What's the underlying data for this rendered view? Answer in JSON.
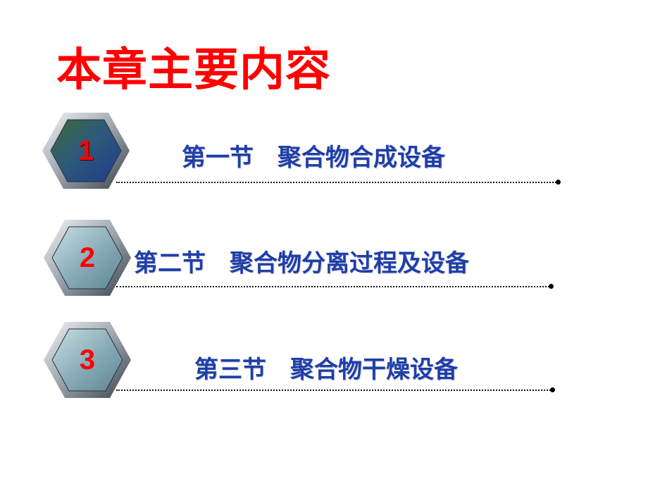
{
  "slide": {
    "title": "本章主要内容",
    "title_color": "#ff0000",
    "label_color": "#1f3ea8",
    "items": [
      {
        "number": "1",
        "label": "第一节　聚合物合成设备",
        "number_color": "#ff0000",
        "hex_style": "dark-green-blue"
      },
      {
        "number": "2",
        "label": "第二节　聚合物分离过程及设备",
        "number_color": "#ff0000",
        "hex_style": "light-cyan"
      },
      {
        "number": "3",
        "label": "第三节　聚合物干燥设备",
        "number_color": "#ff0000",
        "hex_style": "light-cyan"
      }
    ]
  }
}
